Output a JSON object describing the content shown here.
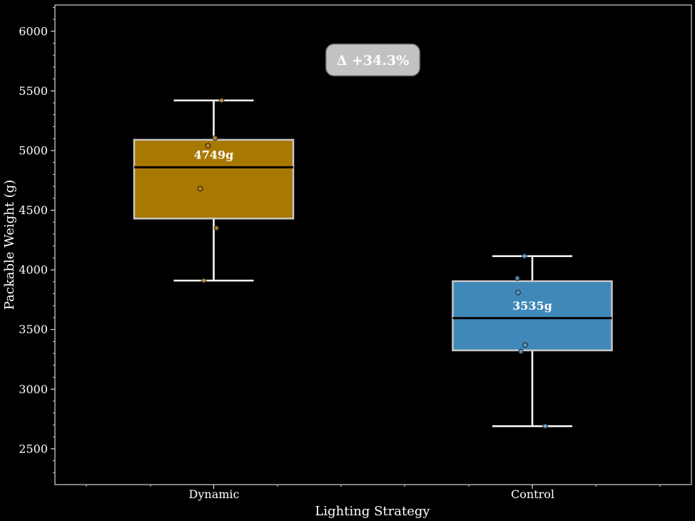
{
  "chart_data": {
    "type": "box",
    "title": "",
    "xlabel": "Lighting Strategy",
    "ylabel": "Packable Weight (g)",
    "ylim": [
      2200,
      6220
    ],
    "yticks": [
      2500,
      3000,
      3500,
      4000,
      4500,
      5000,
      5500,
      6000
    ],
    "grid": false,
    "annotation": "Δ +34.3%",
    "series": [
      {
        "category": "Dynamic",
        "color": "#a87800",
        "point_color": "#b88a2a",
        "whisker_low": 3910,
        "q1": 4430,
        "median": 4860,
        "q3": 5090,
        "whisker_high": 5420,
        "mean_label": "4749g",
        "points": [
          3910,
          4350,
          4680,
          5040,
          5105,
          5420
        ]
      },
      {
        "category": "Control",
        "color": "#3f88b8",
        "point_color": "#5aa0cc",
        "whisker_low": 2690,
        "q1": 3325,
        "median": 3595,
        "q3": 3905,
        "whisker_high": 4115,
        "mean_label": "3535g",
        "points": [
          2690,
          3315,
          3370,
          3810,
          3930,
          4115
        ]
      }
    ]
  }
}
